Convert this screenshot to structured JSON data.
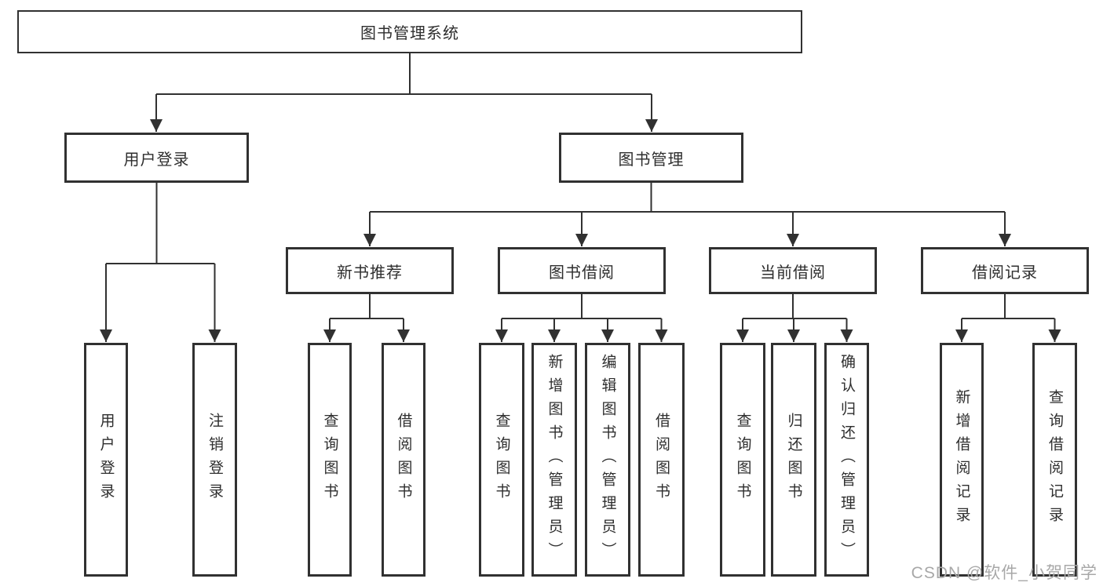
{
  "diagram": {
    "type": "tree",
    "nodes": [
      {
        "id": "root",
        "label": "图书管理系统",
        "level": 1,
        "parent": null
      },
      {
        "id": "user-login",
        "label": "用户登录",
        "level": 2,
        "parent": "root"
      },
      {
        "id": "book-management",
        "label": "图书管理",
        "level": 2,
        "parent": "root"
      },
      {
        "id": "new-book-recommend",
        "label": "新书推荐",
        "level": 3,
        "parent": "book-management"
      },
      {
        "id": "book-borrowing",
        "label": "图书借阅",
        "level": 3,
        "parent": "book-management"
      },
      {
        "id": "current-borrowing",
        "label": "当前借阅",
        "level": 3,
        "parent": "book-management"
      },
      {
        "id": "borrowing-records",
        "label": "借阅记录",
        "level": 3,
        "parent": "book-management"
      },
      {
        "id": "leaf-user-login",
        "label": "用户登录",
        "level": 4,
        "parent": "user-login"
      },
      {
        "id": "leaf-logout",
        "label": "注销登录",
        "level": 4,
        "parent": "user-login"
      },
      {
        "id": "leaf-query-books-1",
        "label": "查询图书",
        "level": 4,
        "parent": "new-book-recommend"
      },
      {
        "id": "leaf-borrow-books-1",
        "label": "借阅图书",
        "level": 4,
        "parent": "new-book-recommend"
      },
      {
        "id": "leaf-query-books-2",
        "label": "查询图书",
        "level": 4,
        "parent": "book-borrowing"
      },
      {
        "id": "leaf-add-books",
        "label": "新增图书（管理员）",
        "level": 4,
        "parent": "book-borrowing"
      },
      {
        "id": "leaf-edit-books",
        "label": "编辑图书（管理员）",
        "level": 4,
        "parent": "book-borrowing"
      },
      {
        "id": "leaf-borrow-books-2",
        "label": "借阅图书",
        "level": 4,
        "parent": "book-borrowing"
      },
      {
        "id": "leaf-query-books-3",
        "label": "查询图书",
        "level": 4,
        "parent": "current-borrowing"
      },
      {
        "id": "leaf-return-books",
        "label": "归还图书",
        "level": 4,
        "parent": "current-borrowing"
      },
      {
        "id": "leaf-confirm-return",
        "label": "确认归还（管理员）",
        "level": 4,
        "parent": "current-borrowing"
      },
      {
        "id": "leaf-add-borrow-record",
        "label": "新增借阅记录",
        "level": 4,
        "parent": "borrowing-records"
      },
      {
        "id": "leaf-query-borrow-record",
        "label": "查询借阅记录",
        "level": 4,
        "parent": "borrowing-records"
      }
    ],
    "colors": {
      "line": "#313131",
      "box_border": "#313131",
      "box_fill": "#ffffff",
      "text": "#2e2e2e",
      "watermark": "#a8a8a8",
      "background": "#ffffff"
    },
    "watermark": {
      "text": "CSDN @软件_小贺同学"
    }
  }
}
